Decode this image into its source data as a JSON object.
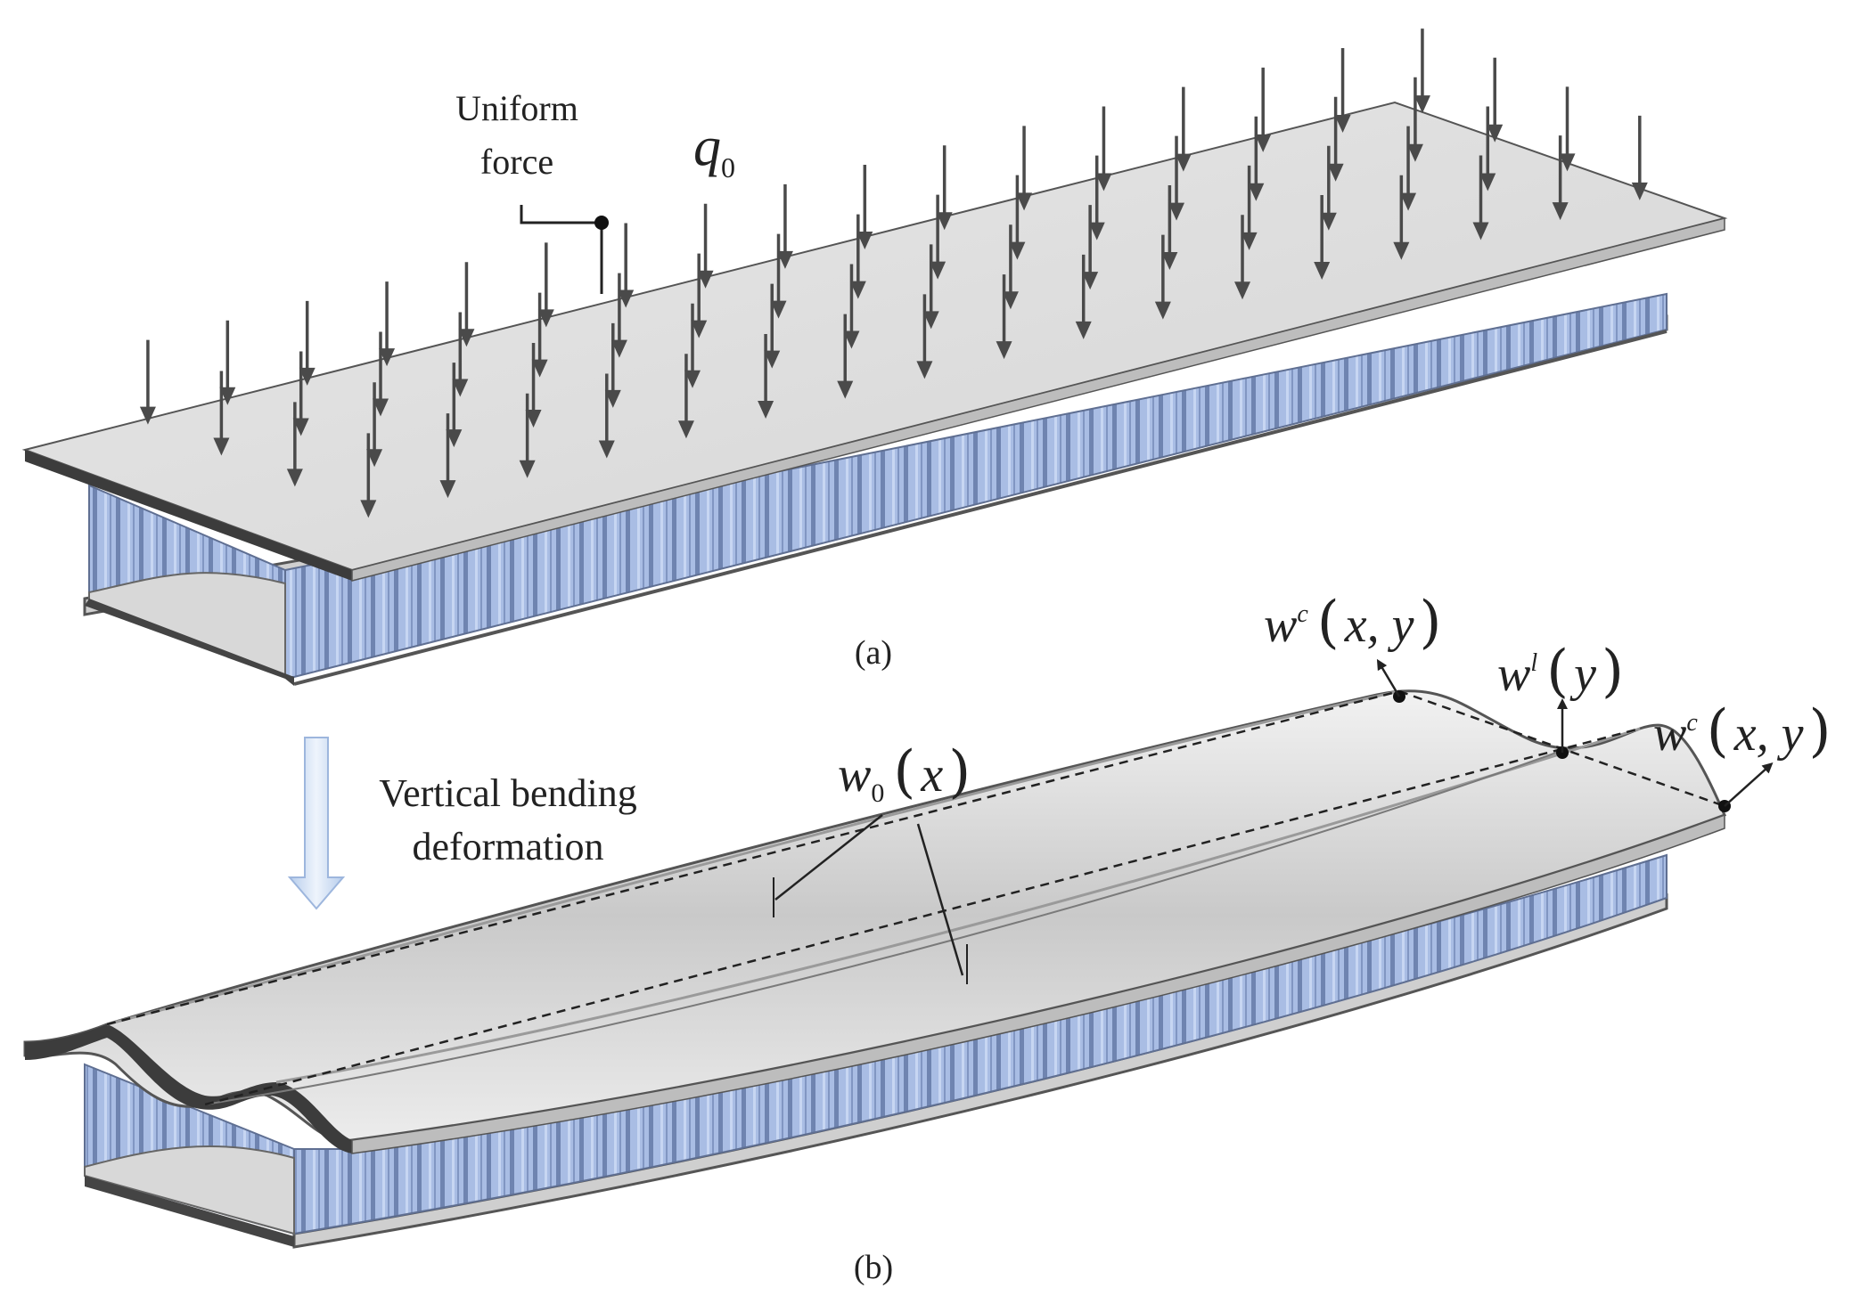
{
  "panel_a": {
    "caption": "(a)",
    "load_label_line1": "Uniform",
    "load_label_line2": "force",
    "load_symbol": "q",
    "load_symbol_sub": "0"
  },
  "panel_b": {
    "caption": "(b)",
    "transition_line1": "Vertical bending",
    "transition_line2": "deformation",
    "w0": {
      "symbol": "w",
      "sub": "0",
      "arg": "x"
    },
    "wc_left": {
      "symbol": "w",
      "sup": "c",
      "arg": "x, y"
    },
    "wl": {
      "symbol": "w",
      "sup": "l",
      "arg": "y"
    },
    "wc_right": {
      "symbol": "w",
      "sup": "c",
      "arg": "x, y"
    }
  },
  "colors": {
    "plate_face": "#dcdcdc",
    "plate_edge": "#444444",
    "core_cell": "#9fb4de",
    "core_dark": "#6e82ad",
    "arrow": "#4a4a4a",
    "transition_arrow": "#cfe0f5"
  }
}
